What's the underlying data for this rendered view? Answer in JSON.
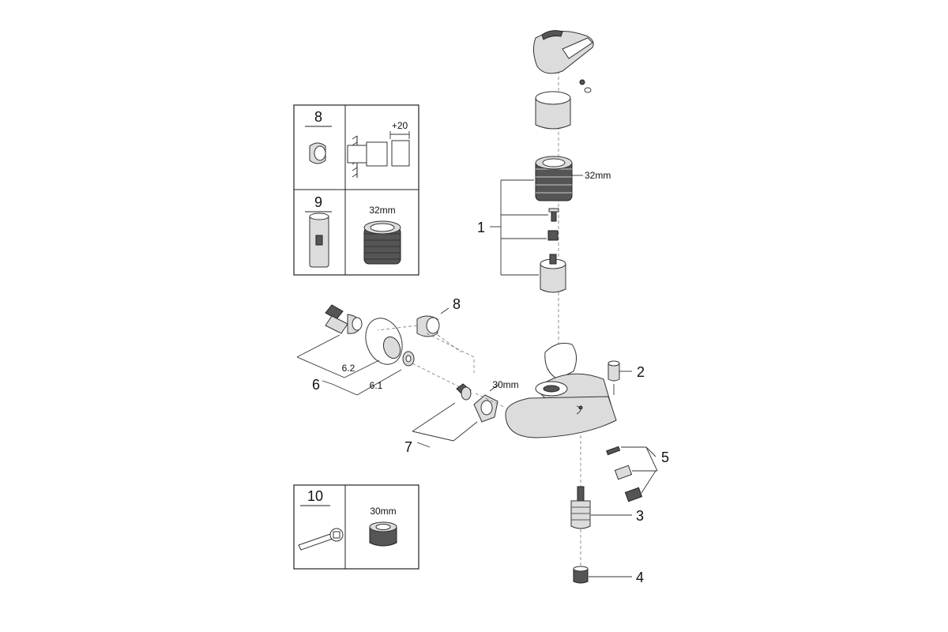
{
  "callouts": {
    "c1": "1",
    "c2": "2",
    "c3": "3",
    "c4": "4",
    "c5": "5",
    "c6": "6",
    "c6_1": "6.1",
    "c6_2": "6.2",
    "c7": "7",
    "c8": "8"
  },
  "dimensions": {
    "cartridge_32mm": "32mm",
    "nut_30mm": "30mm"
  },
  "inset_8_9": {
    "panel8_number": "8",
    "panel8_extension": "+20",
    "panel9_number": "9",
    "panel9_size": "32mm"
  },
  "inset_10": {
    "panel10_number": "10",
    "panel10_size": "30mm"
  },
  "icons": [
    "handle",
    "cap-sleeve",
    "cartridge-nut",
    "screw",
    "cartridge",
    "mixer-body",
    "plug-cap",
    "diverter",
    "aerator",
    "eccentric-connector",
    "escutcheon",
    "washer",
    "nut",
    "wrench",
    "extension-sleeve"
  ]
}
